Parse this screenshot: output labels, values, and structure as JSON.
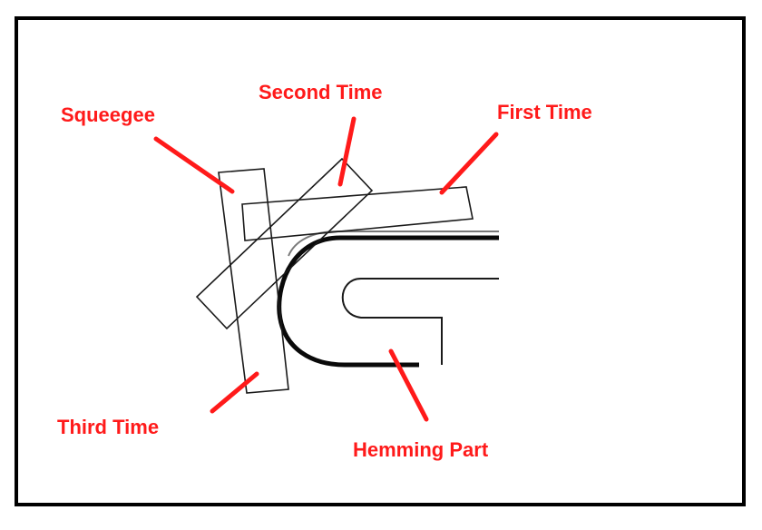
{
  "colors": {
    "label": "#ff1a1a",
    "arrow": "#ff1a1a",
    "outline": "#1a1a1a",
    "hem_dark": "#0a0a0a",
    "hem_light": "#7a7a7a",
    "frame": "#000000"
  },
  "labels": {
    "squeegee": "Squeegee",
    "second_time": "Second Time",
    "first_time": "First Time",
    "third_time": "Third Time",
    "hemming_part": "Hemming Part"
  }
}
